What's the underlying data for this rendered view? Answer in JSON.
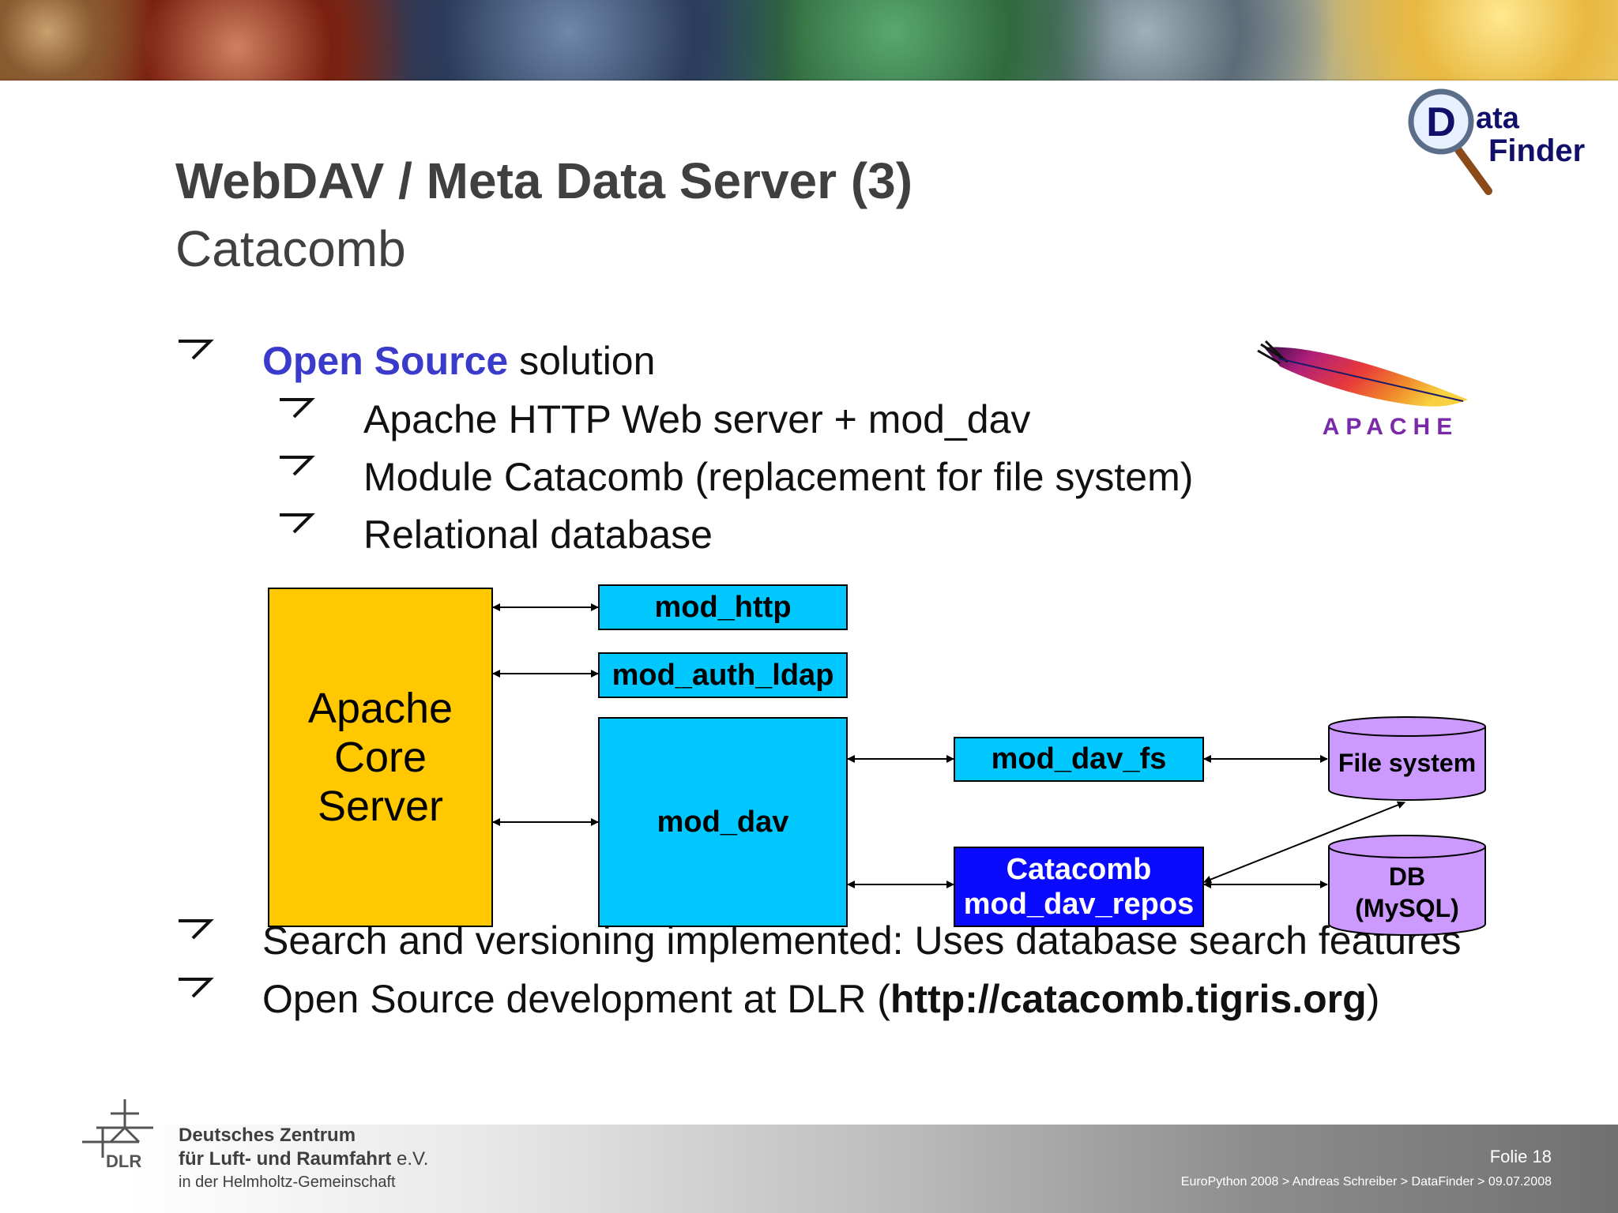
{
  "slide": {
    "title": "WebDAV / Meta Data Server (3)",
    "subtitle": "Catacomb"
  },
  "bullets": {
    "b1_highlight": "Open Source",
    "b1_rest": " solution",
    "sub1": "Apache HTTP Web server + mod_dav",
    "sub2": "Module Catacomb (replacement for file system)",
    "sub3": "Relational database",
    "b2": "Search and versioning implemented: Uses database search features",
    "b3_pre": "Open Source development at DLR (",
    "b3_url": "http://catacomb.tigris.org",
    "b3_post": ")"
  },
  "logos": {
    "datafinder_line1": "ata",
    "datafinder_letter": "D",
    "datafinder_line2": "Finder",
    "apache_wordmark": "APACHE"
  },
  "diagram": {
    "core_line1": "Apache",
    "core_line2": "Core",
    "core_line3": "Server",
    "mod_http": "mod_http",
    "mod_auth_ldap": "mod_auth_ldap",
    "mod_dav": "mod_dav",
    "mod_dav_fs": "mod_dav_fs",
    "repos_line1": "Catacomb",
    "repos_line2": "mod_dav_repos",
    "filesystem": "File system",
    "db_line1": "DB",
    "db_line2": "(MySQL)"
  },
  "footer": {
    "org_line1": "Deutsches Zentrum",
    "org_line2": "für Luft- und Raumfahrt",
    "org_ev": " e.V.",
    "org_line3": "in der Helmholtz-Gemeinschaft",
    "dlr_mark": "DLR",
    "folie": "Folie 18",
    "breadcrumb": "EuroPython 2008 > Andreas Schreiber > DataFinder > 09.07.2008"
  },
  "colors": {
    "title": "#404040",
    "highlight": "#3a3acb",
    "core_box": "#ffc800",
    "module_box": "#00c8ff",
    "repos_box": "#0a0aff",
    "database": "#cc99ff"
  }
}
